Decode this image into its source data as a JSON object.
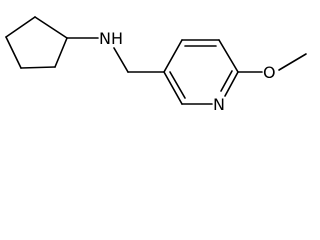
{
  "structure": {
    "atoms": {
      "amine_nitrogen": "N",
      "amine_hydrogen": "H",
      "pyridine_nitrogen": "N",
      "ether_oxygen": "O"
    },
    "colors": {
      "bond": "#000000",
      "label": "#000000",
      "background": "#ffffff"
    }
  }
}
